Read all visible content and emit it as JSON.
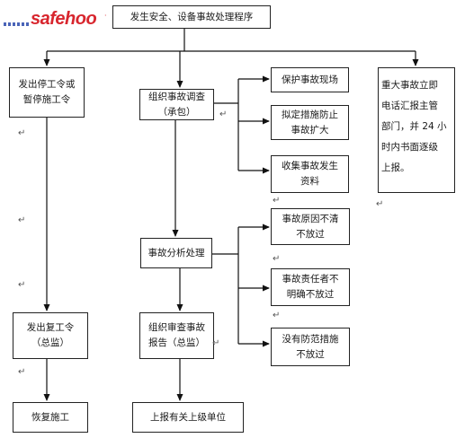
{
  "logo": {
    "text": "safehoo"
  },
  "nodes": {
    "top": "发生安全、设备事故处理程序",
    "stop_work": "发出停工令或\n暂停施工令",
    "investigate": "组织事故调查\n（承包）",
    "protect_site": "保护事故现场",
    "prevent_spread": "拟定措施防止\n事故扩大",
    "collect_data": "收集事故发生\n资料",
    "report_major": "重大事故立即\n电话汇报主管\n部门，并 24 小\n时内书面逐级\n上报。",
    "analysis": "事故分析处理",
    "cause_unclear": "事故原因不清\n不放过",
    "responsible_unclear": "事故责任者不\n明确不放过",
    "no_measures": "没有防范措施\n不放过",
    "resume_order": "发出复工令\n（总监）",
    "review_report": "组织审查事故\n报告（总监）",
    "resume_work": "恢复施工",
    "report_up": "上报有关上级单位"
  },
  "return_mark": "↵"
}
